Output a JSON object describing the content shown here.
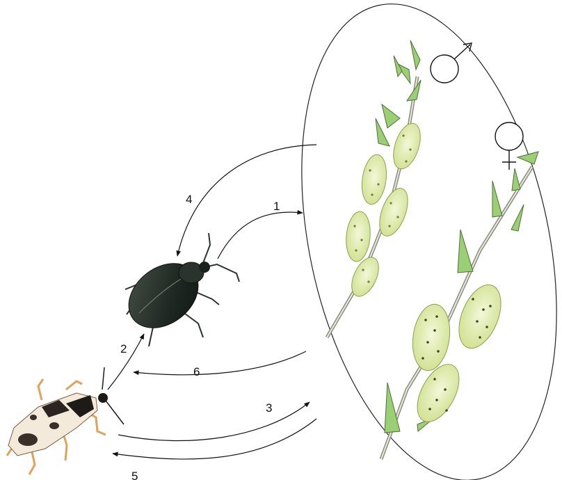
{
  "diagram": {
    "labels": {
      "arrow_1": "1",
      "arrow_2": "2",
      "arrow_3": "3",
      "arrow_4": "4",
      "arrow_5": "5",
      "arrow_6": "6"
    },
    "symbols": {
      "male": "male-symbol",
      "female": "female-symbol"
    },
    "colors": {
      "catkin": "#e6efb8",
      "leaf": "#9ccf74",
      "beetle": "#2a342c",
      "bug_body": "#f4eadc",
      "bug_legs": "#e0a25a"
    }
  }
}
